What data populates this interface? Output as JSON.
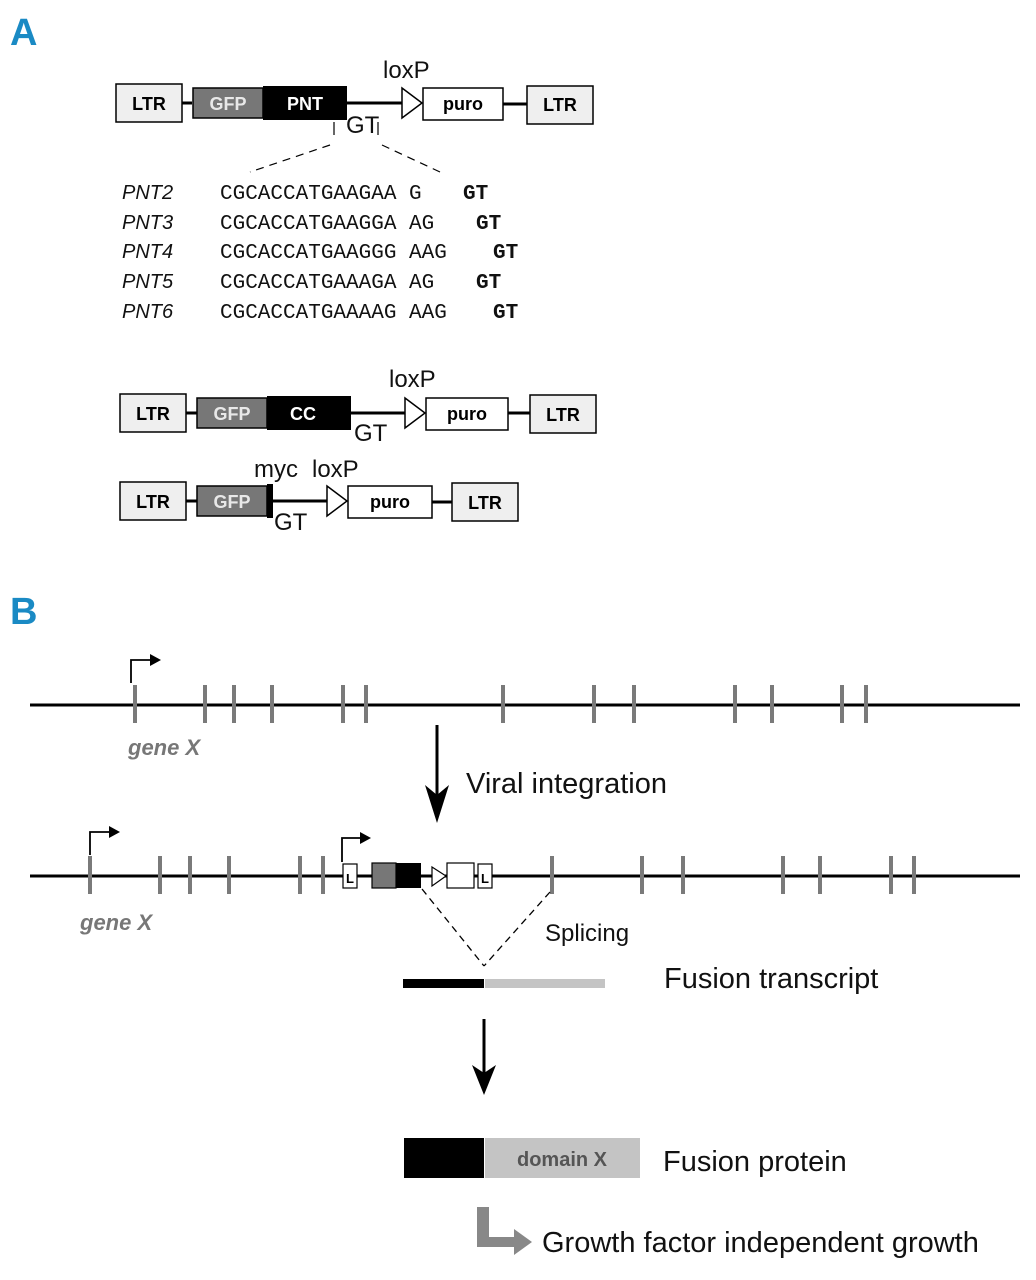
{
  "panels": {
    "a": {
      "label": "A",
      "construct_pnt": {
        "ltr_left": "LTR",
        "gfp": "GFP",
        "insert": "PNT",
        "loxp": "loxP",
        "gt": "GT",
        "puro": "puro",
        "ltr_right": "LTR"
      },
      "sequences": [
        {
          "name": "PNT2",
          "seq": "CGCACCATGAAGAA G",
          "gt": "GT"
        },
        {
          "name": "PNT3",
          "seq": "CGCACCATGAAGGA AG",
          "gt": "GT"
        },
        {
          "name": "PNT4",
          "seq": "CGCACCATGAAGGG AAG",
          "gt": "GT"
        },
        {
          "name": "PNT5",
          "seq": "CGCACCATGAAAGA AG",
          "gt": "GT"
        },
        {
          "name": "PNT6",
          "seq": "CGCACCATGAAAAG AAG",
          "gt": "GT"
        }
      ],
      "construct_cc": {
        "ltr_left": "LTR",
        "gfp": "GFP",
        "insert": "CC",
        "loxp": "loxP",
        "gt": "GT",
        "puro": "puro",
        "ltr_right": "LTR"
      },
      "construct_myc": {
        "ltr_left": "LTR",
        "gfp": "GFP",
        "myc": "myc",
        "loxp": "loxP",
        "gt": "GT",
        "puro": "puro",
        "ltr_right": "LTR"
      }
    },
    "b": {
      "label": "B",
      "gene_label": "gene X",
      "provirus_ltr": "L",
      "viral_integration": "Viral integration",
      "splicing": "Splicing",
      "fusion_transcript": "Fusion transcript",
      "domain_x": "domain X",
      "fusion_protein": "Fusion protein",
      "growth": "Growth factor independent growth"
    }
  },
  "colors": {
    "panel_label": "#1a8ac4",
    "gfp": "#777777",
    "insert": "#000000",
    "ltr_fill": "#efefef",
    "exon": "#7a7a7a",
    "transcript_gene": "#c4c4c4",
    "domain_x_fill": "#c4c4c4",
    "growth_arrow": "#888888"
  }
}
